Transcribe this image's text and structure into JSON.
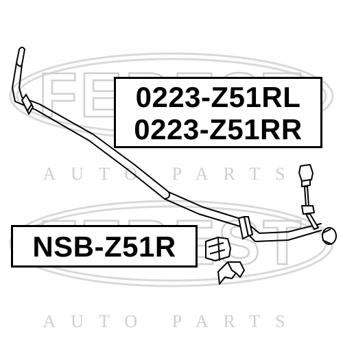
{
  "watermark": {
    "brand": "FEBEST",
    "tagline": "AUTO PARTS",
    "color": "#d9d9d9"
  },
  "part_numbers": {
    "link_left": "0223-Z51RL",
    "link_right": "0223-Z51RR",
    "bushing": "NSB-Z51R"
  },
  "colors": {
    "line": "#000000",
    "label_border": "#000000",
    "background": "#ffffff"
  }
}
